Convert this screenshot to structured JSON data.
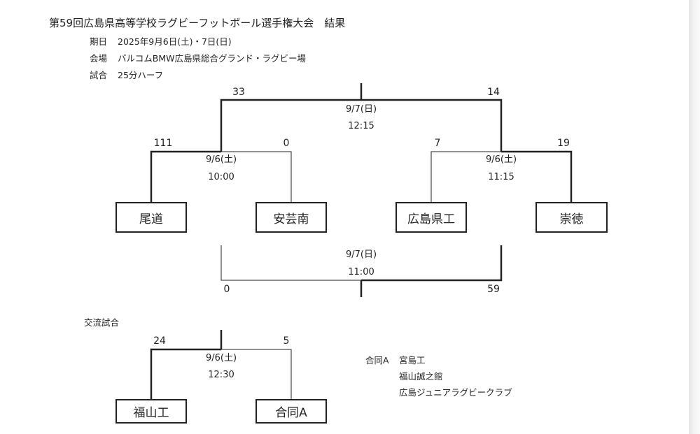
{
  "header": {
    "title": "第59回広島県高等学校ラグビーフットボール選手権大会　結果",
    "info": [
      {
        "label": "期日",
        "value": "2025年9月6日(土)・7日(日)"
      },
      {
        "label": "会場",
        "value": "バルコムBMW広島県総合グランド・ラグビー場"
      },
      {
        "label": "試合",
        "value": "25分ハーフ"
      }
    ]
  },
  "semifinals": [
    {
      "team_left": "尾道",
      "team_right": "安芸南",
      "score_left": "111",
      "score_right": "0",
      "date": "9/6(土)",
      "time": "10:00"
    },
    {
      "team_left": "広島県工",
      "team_right": "崇徳",
      "score_left": "7",
      "score_right": "19",
      "date": "9/6(土)",
      "time": "11:15"
    }
  ],
  "final": {
    "score_left": "33",
    "score_right": "14",
    "date": "9/7(日)",
    "time": "12:15"
  },
  "third_place": {
    "score_left": "0",
    "score_right": "59",
    "date": "9/7(日)",
    "time": "11:00"
  },
  "exchange": {
    "heading": "交流試合",
    "team_left": "福山工",
    "team_right": "合同A",
    "score_left": "24",
    "score_right": "5",
    "date": "9/6(土)",
    "time": "12:30"
  },
  "joint_team": {
    "name": "合同A",
    "members": [
      "宮島工",
      "福山誠之館",
      "広島ジュニアラグビークラブ"
    ]
  },
  "colors": {
    "line": "#222222",
    "text": "#222222",
    "background": "#ffffff"
  }
}
